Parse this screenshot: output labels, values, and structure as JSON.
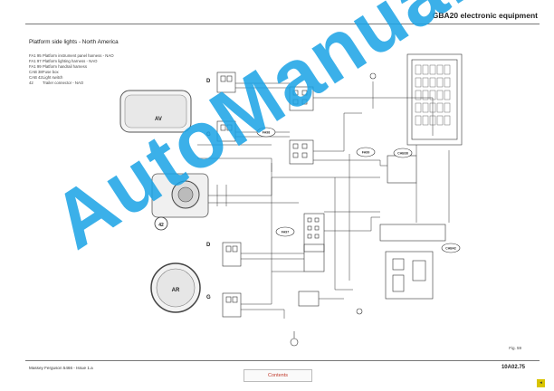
{
  "header": {
    "title": "GBA20 electronic equipment"
  },
  "document": {
    "title": "Platform side lights - North America"
  },
  "legend": [
    {
      "code": "FA1 95",
      "desc": "Platform instrument panel harness - NAO"
    },
    {
      "code": "FA1 97",
      "desc": "Platform lighting harness - NAO"
    },
    {
      "code": "FA1 99",
      "desc": "Platform handrail harness"
    },
    {
      "code": "CAB 38",
      "desc": "Fuse box"
    },
    {
      "code": "CAB 42",
      "desc": "Light switch"
    },
    {
      "code": "42",
      "desc": "Trailer connector - NAO"
    }
  ],
  "diagram": {
    "labels": {
      "av": "AV",
      "ar": "AR",
      "d1": "D",
      "g1": "G",
      "d2": "D",
      "g2": "G",
      "n42": "42",
      "fa98": "FA98",
      "fa99": "FA99",
      "fa97": "FA97",
      "cab38": "CAB38",
      "cab42": "CAB42"
    }
  },
  "watermark": "AutoManual",
  "figure_label": "Fig. 59",
  "footer": {
    "left": "Massey Ferguson 5466 - Issue 1.a",
    "right": "10A02.75",
    "contents_button": "Contents"
  }
}
